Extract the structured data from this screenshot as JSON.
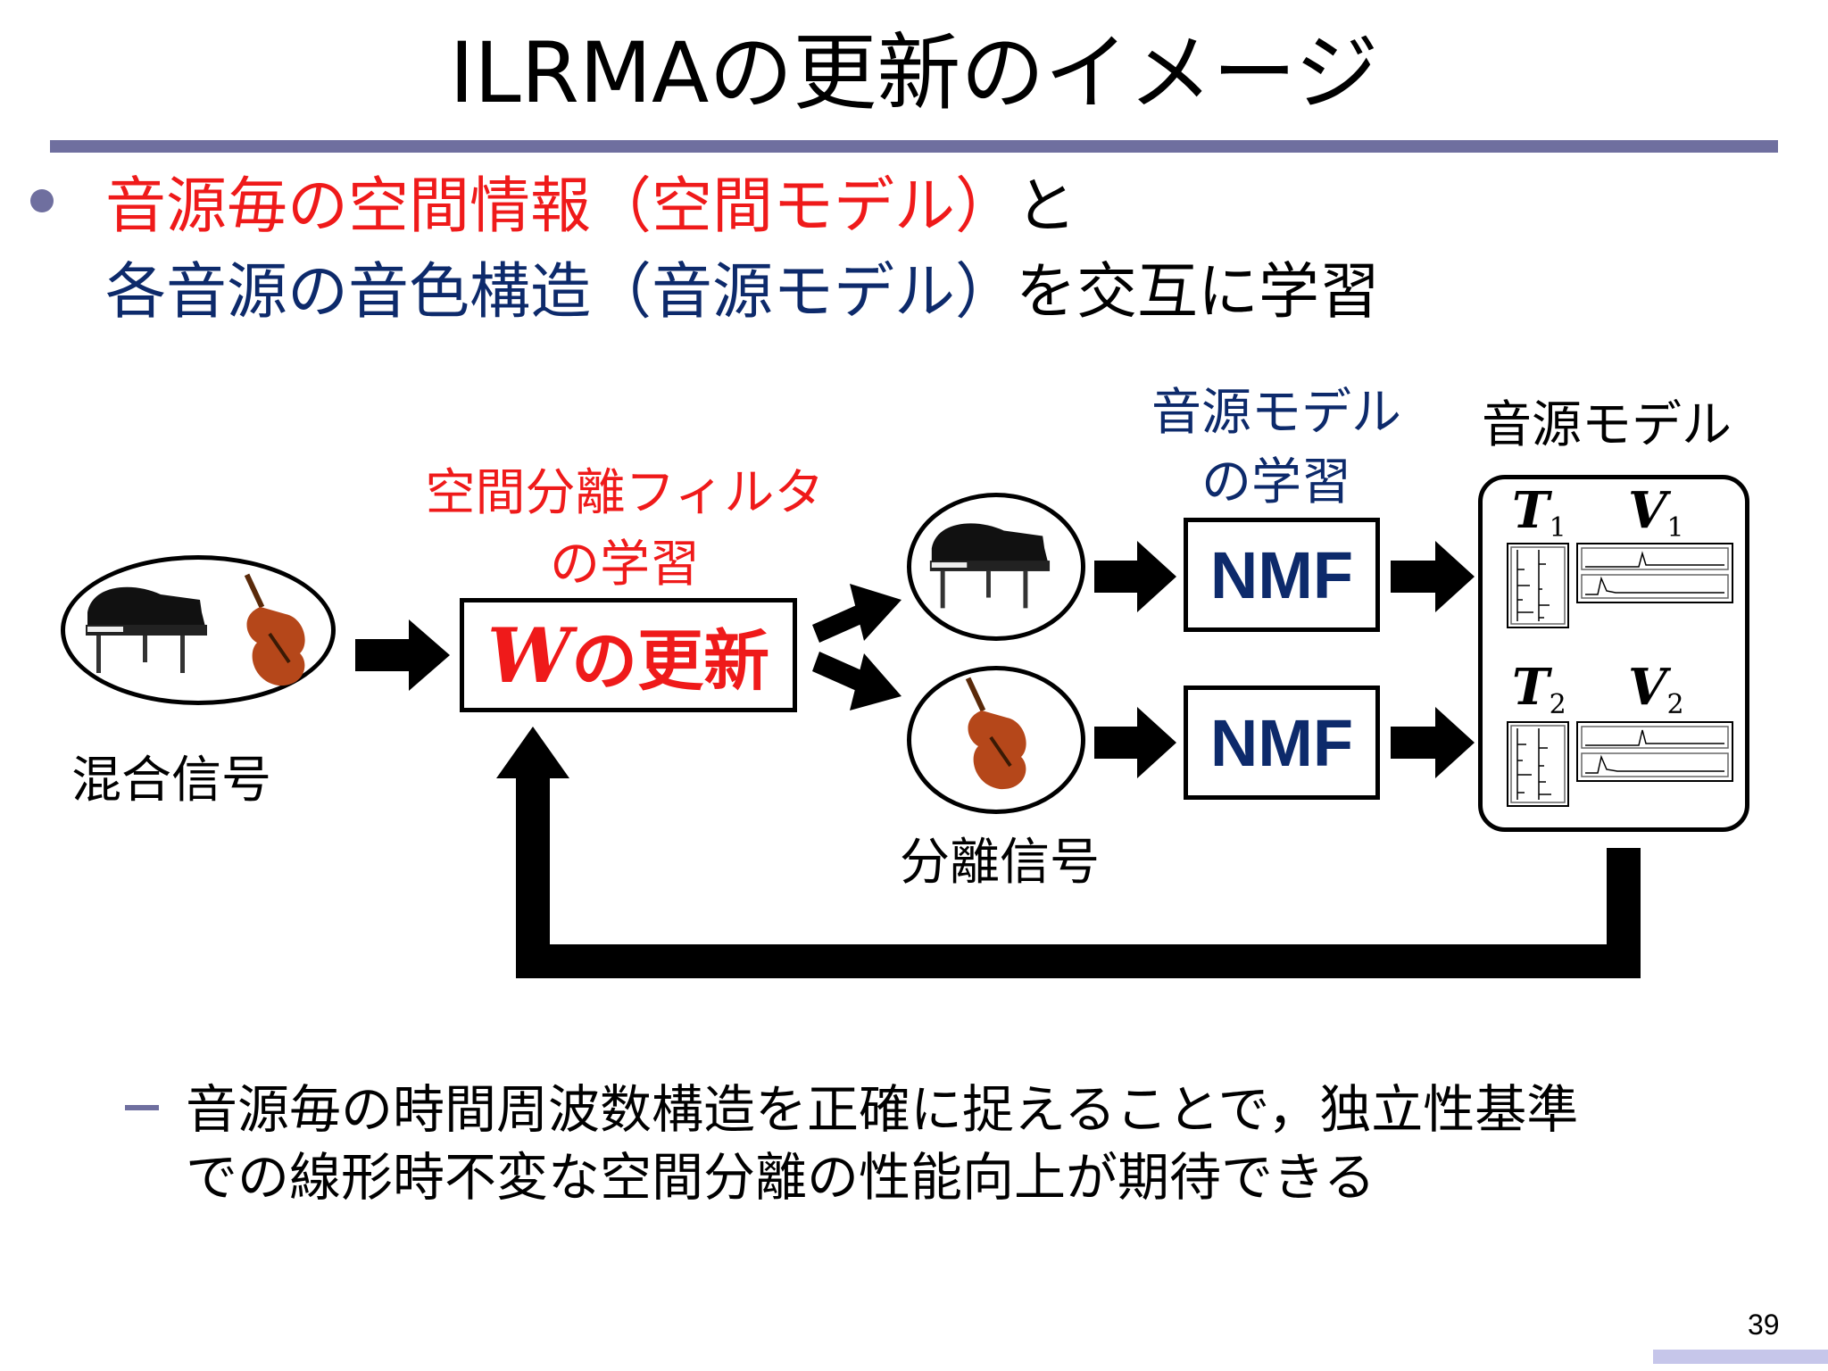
{
  "title": "ILRMAの更新のイメージ",
  "bullet": {
    "line1_red": "音源毎の空間情報（空間モデル）",
    "line1_tail": "と",
    "line2_navy": "各音源の音色構造（音源モデル）",
    "line2_tail": "を交互に学習"
  },
  "diagram": {
    "mixed_label": "混合信号",
    "filter_label_line1": "空間分離フィルタ",
    "filter_label_line2": "の学習",
    "w_var": "W",
    "w_update": "の更新",
    "separated_label": "分離信号",
    "nmf_learn_line1": "音源モデル",
    "nmf_learn_line2": "の学習",
    "nmf1": "NMF",
    "nmf2": "NMF",
    "model_label": "音源モデル",
    "t1": "T",
    "t1_sub": "1",
    "v1": "V",
    "v1_sub": "1",
    "t2": "T",
    "t2_sub": "2",
    "v2": "V",
    "v2_sub": "2"
  },
  "sub_bullet": {
    "line1": "音源毎の時間周波数構造を正確に捉えることで，独立性基準",
    "line2": "での線形時不変な空間分離の性能向上が期待できる"
  },
  "page_number": "39",
  "colors": {
    "accent_red": "#ef1a1a",
    "accent_navy": "#0d2a6b",
    "rule": "#6f6f9f"
  }
}
